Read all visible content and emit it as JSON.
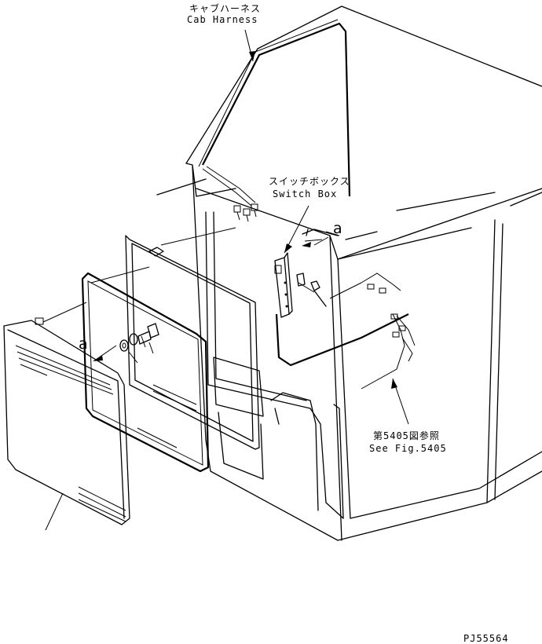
{
  "labels": {
    "cab_harness_jp": "キャブハーネス",
    "cab_harness_en": "Cab Harness",
    "switch_box_jp": "スイッチボックス",
    "switch_box_en": "Switch Box",
    "ref_jp": "第5405図参照",
    "ref_en": "See Fig.5405",
    "callout_a_upper": "a",
    "callout_a_lower": "a",
    "part_code": "PJ55564"
  }
}
